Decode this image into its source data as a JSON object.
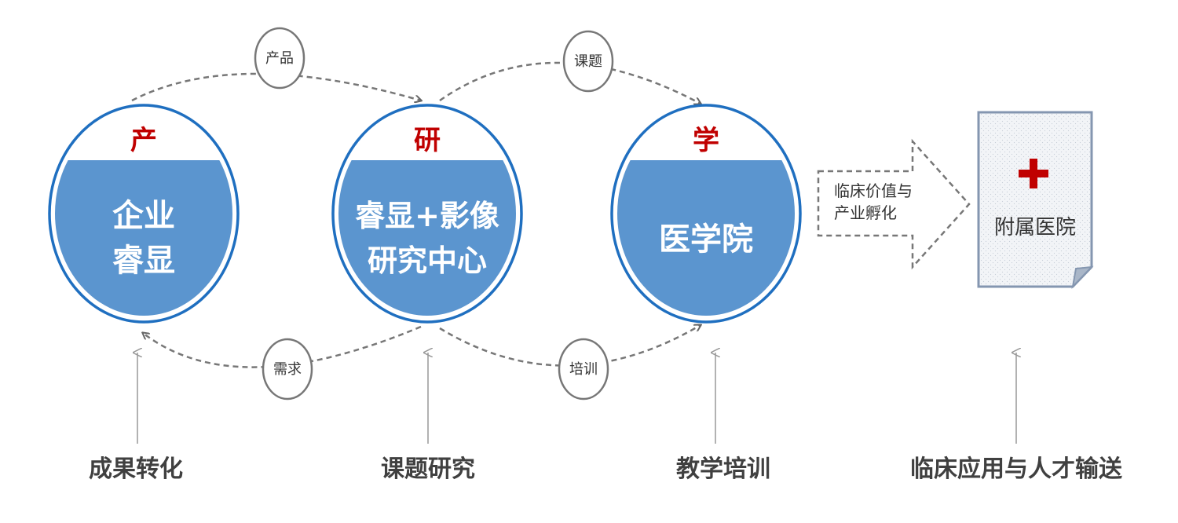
{
  "nodes": {
    "industry": {
      "char": "产",
      "lines": [
        "企业",
        "睿显"
      ]
    },
    "research": {
      "char": "研",
      "lines": [
        "睿显+影像",
        "研究中心"
      ]
    },
    "academia": {
      "char": "学",
      "lines": [
        "医学院"
      ]
    }
  },
  "flows": {
    "top_left": "产品",
    "bottom_left": "需求",
    "top_right": "课题",
    "bottom_right": "培训"
  },
  "arrow_text": [
    "临床价值与",
    "产业孵化"
  ],
  "hospital": {
    "label": "附属医院"
  },
  "bottom_labels": {
    "industry": "成果转化",
    "research": "课题研究",
    "academia": "教学培训",
    "hospital": "临床应用与人才输送"
  },
  "colors": {
    "circle_border": "#1f6fc0",
    "circle_fill": "#5b95cf",
    "accent_red": "#c00000",
    "hospital_border": "#8496b0"
  }
}
